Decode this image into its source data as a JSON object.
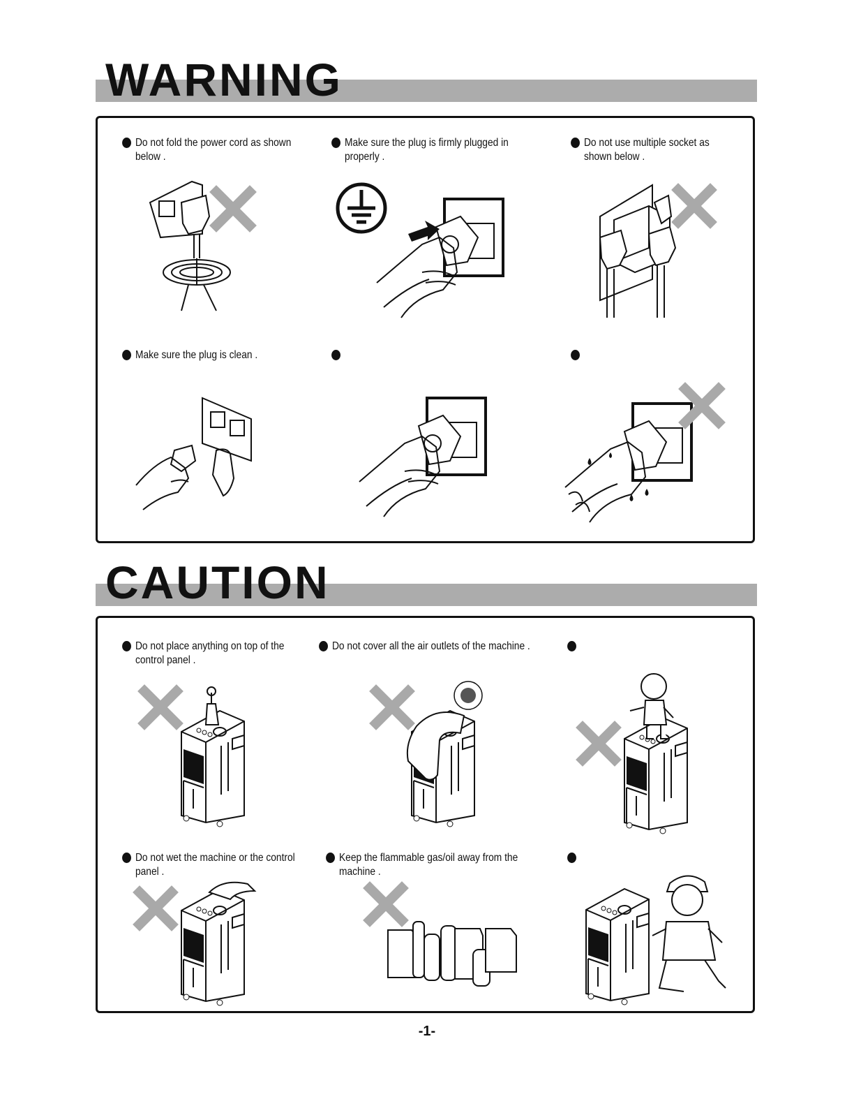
{
  "warning": {
    "title": "WARNING",
    "items": [
      {
        "text": "Do not fold the power cord as shown\nbelow ."
      },
      {
        "text": "Make sure the plug is firmly plugged in\nproperly ."
      },
      {
        "text": "Do not use multiple socket as\nshown below ."
      },
      {
        "text": "Make sure the plug is clean ."
      },
      {
        "text": ""
      },
      {
        "text": ""
      }
    ]
  },
  "caution": {
    "title": "CAUTION",
    "items": [
      {
        "text": "Do not place anything on top of the\ncontrol panel ."
      },
      {
        "text": "Do not cover all the air outlets of the machine ."
      },
      {
        "text": ""
      },
      {
        "text": "Do not wet the machine or the control\npanel ."
      },
      {
        "text": "Keep the flammable gas/oil away from the\nmachine ."
      },
      {
        "text": ""
      }
    ]
  },
  "page_number": "-1-",
  "colors": {
    "band": "#acacac",
    "cross": "#a9a9a9",
    "ink": "#111111"
  }
}
